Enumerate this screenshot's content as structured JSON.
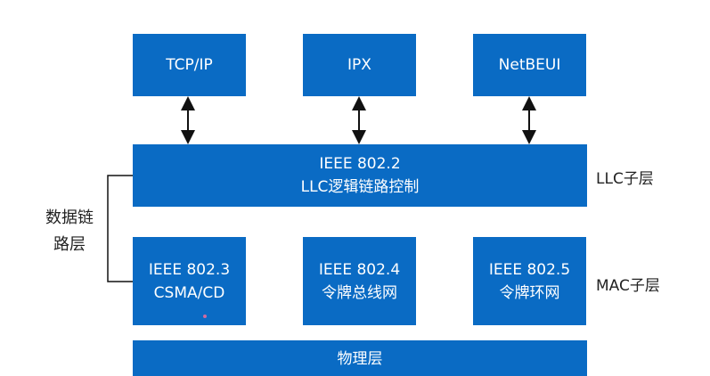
{
  "protocols": [
    {
      "label": "TCP/IP"
    },
    {
      "label": "IPX"
    },
    {
      "label": "NetBEUI"
    }
  ],
  "llc": {
    "line1": "IEEE 802.2",
    "line2": "LLC逻辑链路控制"
  },
  "mac": [
    {
      "line1": "IEEE 802.3",
      "line2": "CSMA/CD"
    },
    {
      "line1": "IEEE 802.4",
      "line2": "令牌总线网"
    },
    {
      "line1": "IEEE 802.5",
      "line2": "令牌环网"
    }
  ],
  "physical": {
    "label": "物理层"
  },
  "labels": {
    "llc_sublayer": "LLC子层",
    "mac_sublayer": "MAC子层",
    "data_link_line1": "数据链",
    "data_link_line2": "路层"
  },
  "colors": {
    "box": "#0a6bc4",
    "text": "#222222"
  }
}
